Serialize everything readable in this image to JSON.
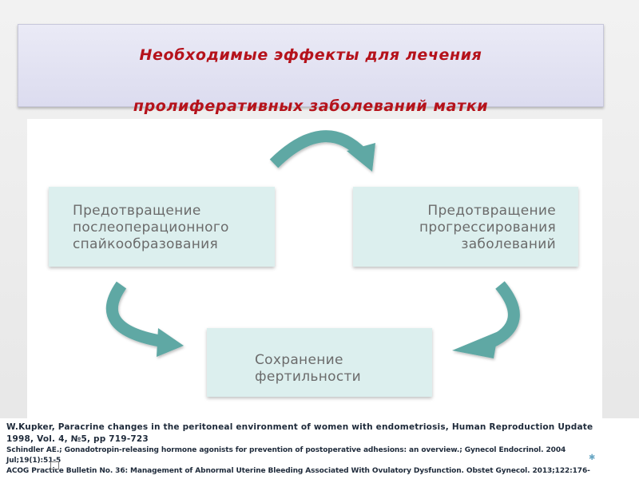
{
  "title": {
    "line1": "Необходимые эффекты для лечения",
    "line2": "пролиферативных заболеваний матки"
  },
  "diagram": {
    "boxes": [
      {
        "id": "adhesion",
        "lines": [
          "Предотвращение",
          "послеоперационного",
          "спайкообразования"
        ]
      },
      {
        "id": "progression",
        "lines": [
          "Предотвращение",
          "прогрессирования",
          "заболеваний"
        ]
      },
      {
        "id": "fertility",
        "lines": [
          "Сохранение",
          "фертильности"
        ]
      }
    ],
    "arrow_color": "#5fa8a4",
    "box_color": "#dcefee"
  },
  "references": [
    "W.Kupker, Paracrine changes in the peritoneal environment of women with endometriosis, Human Reproduction Update",
    "1998, Vol. 4, №5, pp 719-723",
    "Schindler AE.; Gonadotropin-releasing hormone agonists for prevention of postoperative adhesions: an overview.; Gynecol Endocrinol. 2004",
    "Jul;19(1):51-5",
    "ACOG Practice Bulletin No. 36: Management of Abnormal Uterine Bleeding Associated With Ovulatory Dysfunction. Obstet Gynecol. 2013;122:176-"
  ],
  "colors": {
    "title": "#b5121b",
    "box_text": "#6b6b6b",
    "reference_text": "#1e2a3a"
  }
}
